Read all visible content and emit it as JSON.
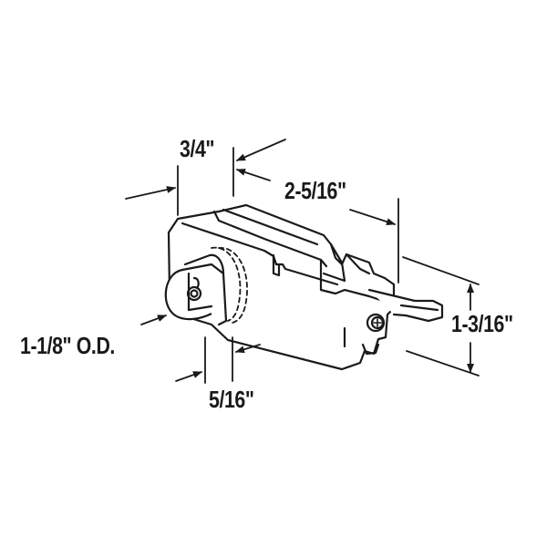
{
  "diagram": {
    "subject": "sliding door roller assembly",
    "line_color": "#1a1a1a",
    "background": "#ffffff",
    "dimensions": {
      "width": "3/4\"",
      "length": "2-5/16\"",
      "height": "1-3/16\"",
      "wheel_diameter": "1-1/8\" O.D.",
      "wheel_thickness": "5/16\""
    }
  }
}
